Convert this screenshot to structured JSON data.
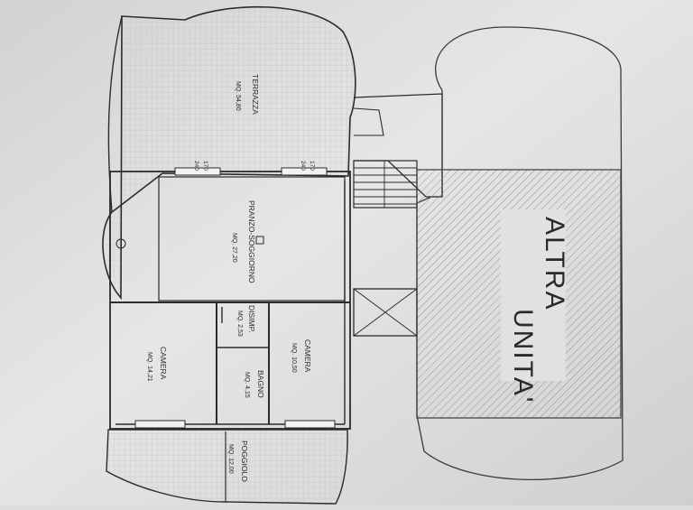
{
  "plan": {
    "rooms": {
      "terrazza": {
        "name": "TERRAZZA",
        "area": "MQ. 54,80"
      },
      "pranzo": {
        "name": "PRANZO-SOGGIORNO",
        "area": "MQ. 27,20"
      },
      "disimp": {
        "name": "DISIMP.",
        "area": "MQ. 2,53"
      },
      "camera_large": {
        "name": "CAMERA",
        "area": "MQ. 14,21"
      },
      "camera_small": {
        "name": "CAMERA",
        "area": "MQ. 10,50"
      },
      "bagno": {
        "name": "BAGNO",
        "area": "MQ. 4,15"
      },
      "poggiolo": {
        "name": "POGGIOLO",
        "area": "MQ. 12,00"
      }
    },
    "window_labels": {
      "w1_height": "170",
      "w1_width": "240",
      "w2_height": "170",
      "w2_width": "240"
    },
    "other_unit": {
      "line1": "ALTRA",
      "line2": "UNITA'"
    }
  },
  "colors": {
    "paper": "#e4e4e4",
    "line": "#2b2b2b",
    "hatch": "#7a7a7a",
    "grid": "#c4c4c4"
  }
}
